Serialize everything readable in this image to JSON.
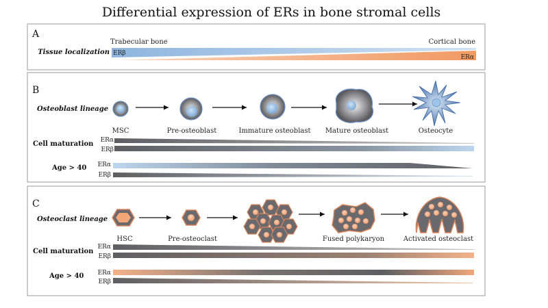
{
  "title": "Differential expression of ERs in bone stromal cells",
  "panel_a": {
    "letter": "A",
    "row_label": "Tissue localization",
    "left_label": "Trabecular bone",
    "right_label": "Cortical bone",
    "erb_label": "ERβ",
    "era_label": "ERα"
  },
  "panel_b": {
    "letter": "B",
    "lineage_label": "Osteoblast lineage",
    "stages": [
      "MSC",
      "Pre-osteoblast",
      "Immature osteoblast",
      "Mature osteoblast",
      "Osteocyte"
    ],
    "maturation_label": "Cell maturation",
    "age_label": "Age > 40",
    "era_label": "ERα",
    "erb_label": "ERβ"
  },
  "panel_c": {
    "letter": "C",
    "lineage_label": "Osteoclast lineage",
    "stages": [
      "HSC",
      "Pre-osteoclast",
      "Fused polykaryon",
      "Activated osteoclast"
    ],
    "maturation_label": "Cell maturation",
    "age_label": "Age > 40",
    "era_label": "ERα",
    "erb_label": "ERβ"
  },
  "colors": {
    "blue": "#a9c9e6",
    "blue_dark": "#5b86c0",
    "orange": "#f2a577",
    "orange_dark": "#d9835a",
    "gray": "#6e6e70",
    "gray_dark": "#3f3f42"
  }
}
